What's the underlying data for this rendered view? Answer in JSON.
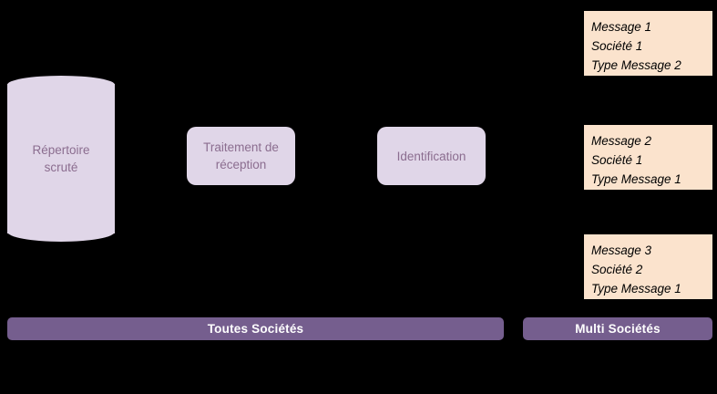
{
  "diagram": {
    "datastore": {
      "name": "repertoire-scrute",
      "lines": [
        "Répertoire",
        "scruté"
      ]
    },
    "processes": [
      {
        "name": "traitement-de-reception",
        "lines": [
          "Traitement de",
          "réception"
        ]
      },
      {
        "name": "identification",
        "lines": [
          "Identification"
        ]
      }
    ],
    "messages": [
      {
        "id": "message-1",
        "message_label": "Message 1",
        "company_label": "Société 1",
        "type_label": "Type Message 2"
      },
      {
        "id": "message-2",
        "message_label": "Message 2",
        "company_label": "Société 1",
        "type_label": "Type Message 1"
      },
      {
        "id": "message-3",
        "message_label": "Message 3",
        "company_label": "Société 2",
        "type_label": "Type Message 1"
      }
    ],
    "scope_bars": [
      {
        "id": "toutes-societes",
        "label": "Toutes Sociétés"
      },
      {
        "id": "multi-societes",
        "label": "Multi Sociétés"
      }
    ],
    "colors": {
      "background": "#000000",
      "node_fill": "#e0d6e8",
      "node_text": "#8b6d8f",
      "message_fill": "#fbe3cd",
      "message_text": "#000000",
      "scope_bar_fill": "#755e8e",
      "scope_bar_text": "#ffffff"
    }
  }
}
